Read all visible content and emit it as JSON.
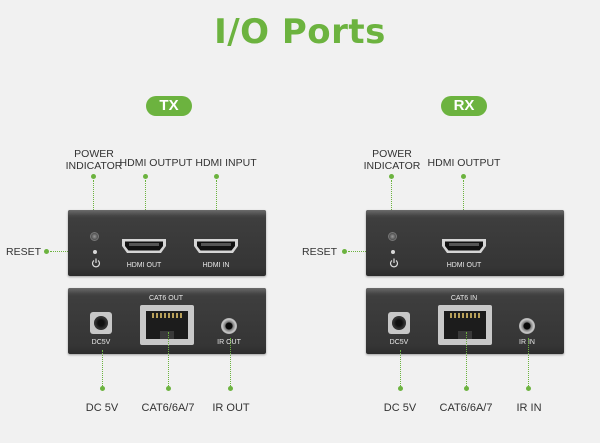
{
  "title": "I/O Ports",
  "colors": {
    "accent": "#6cb33f",
    "title": "#6cb33f",
    "panel": "#3a3a3a"
  },
  "tx": {
    "badge": "TX",
    "power_indicator": "POWER\nINDICATOR",
    "hdmi_output": "HDMI OUTPUT",
    "hdmi_input": "HDMI INPUT",
    "reset": "RESET",
    "port_hdmi_out": "HDMI OUT",
    "port_hdmi_in": "HDMI IN",
    "port_cat6_out": "CAT6 OUT",
    "port_dc5v": "DC5V",
    "port_ir_out": "IR OUT",
    "dc_5v": "DC 5V",
    "cat6": "CAT6/6A/7",
    "ir_out": "IR OUT"
  },
  "rx": {
    "badge": "RX",
    "power_indicator": "POWER\nINDICATOR",
    "hdmi_output": "HDMI OUTPUT",
    "reset": "RESET",
    "port_hdmi_out": "HDMI OUT",
    "port_cat6_in": "CAT6 IN",
    "port_dc5v": "DC5V",
    "port_ir_in": "IR IN",
    "dc_5v": "DC 5V",
    "cat6": "CAT6/6A/7",
    "ir_in": "IR IN"
  }
}
